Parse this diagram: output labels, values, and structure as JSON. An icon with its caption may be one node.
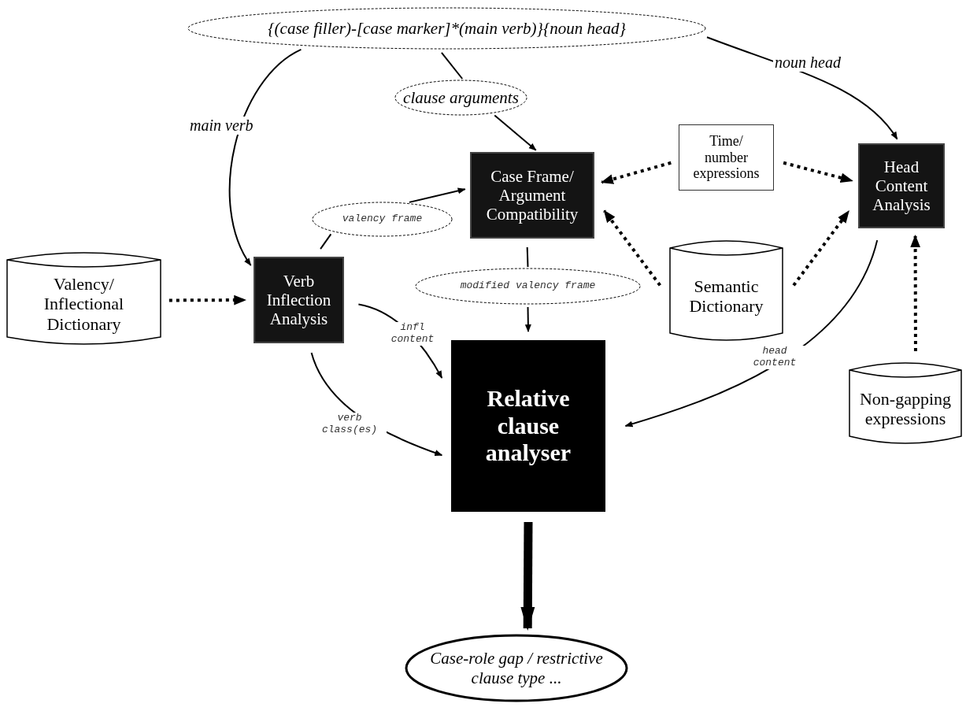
{
  "diagram": {
    "nodes": [
      {
        "text": [
          "{(case filler)-[case marker]*(main verb)}{noun head}"
        ]
      },
      {
        "text": [
          "clause arguments"
        ]
      },
      {
        "text": [
          "Case Frame/ Argument Compatibility"
        ]
      },
      {
        "text": [
          "Time/ number expressions"
        ]
      },
      {
        "text": [
          "Head Content Analysis"
        ]
      },
      {
        "text": [
          "valency frame"
        ]
      },
      {
        "text": [
          "Valency/ Inflectional Dictionary"
        ]
      },
      {
        "text": [
          "Verb Inflection Analysis"
        ]
      },
      {
        "text": [
          "modified valency frame"
        ]
      },
      {
        "text": [
          "Semantic Dictionary"
        ]
      },
      {
        "text": [
          "Relative clause analyser"
        ]
      },
      {
        "text": [
          "Non-gapping expressions"
        ]
      },
      {
        "text": [
          "Case-role gap / restrictive clause type ..."
        ]
      }
    ],
    "edges": [
      {
        "from": 0,
        "to": 7,
        "arrow": "to",
        "label": "main verb"
      },
      {
        "from": 0,
        "to": 1,
        "arrow": "none"
      },
      {
        "from": 1,
        "to": 2,
        "arrow": "to"
      },
      {
        "from": 0,
        "to": 4,
        "arrow": "to",
        "label": "noun head"
      },
      {
        "from": 7,
        "to": 5,
        "arrow": "none"
      },
      {
        "from": 5,
        "to": 2,
        "arrow": "to"
      },
      {
        "from": 3,
        "to": 2,
        "arrow": "to",
        "style": "dashed"
      },
      {
        "from": 3,
        "to": 4,
        "arrow": "to",
        "style": "dashed"
      },
      {
        "from": 9,
        "to": 2,
        "arrow": "to",
        "style": "dashed"
      },
      {
        "from": 9,
        "to": 4,
        "arrow": "to",
        "style": "dashed"
      },
      {
        "from": 6,
        "to": 7,
        "arrow": "to",
        "style": "dashed"
      },
      {
        "from": 2,
        "to": 8,
        "arrow": "none"
      },
      {
        "from": 8,
        "to": 10,
        "arrow": "to"
      },
      {
        "from": 7,
        "to": 10,
        "arrow": "to",
        "label": "infl content"
      },
      {
        "from": 7,
        "to": 10,
        "arrow": "to",
        "label": "verb class(es)"
      },
      {
        "from": 4,
        "to": 10,
        "arrow": "to",
        "label": "head content"
      },
      {
        "from": 11,
        "to": 4,
        "arrow": "to",
        "style": "dashed"
      },
      {
        "from": 10,
        "to": 12,
        "arrow": "to",
        "style": "thick"
      }
    ]
  }
}
